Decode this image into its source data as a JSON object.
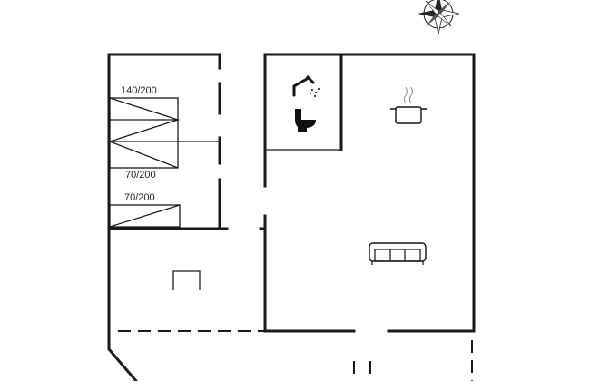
{
  "bed_labels": {
    "top": "140/200",
    "middle": "70/200",
    "bottom": "70/200"
  },
  "icons": {
    "compass": "compass-rose-icon",
    "shower": "shower-icon",
    "toilet": "toilet-icon",
    "kitchen": "cooking-pot-icon",
    "sofa": "sofa-icon",
    "table": "table-icon"
  },
  "colors": {
    "line": "#1a1a1a",
    "background": "#ffffff"
  }
}
